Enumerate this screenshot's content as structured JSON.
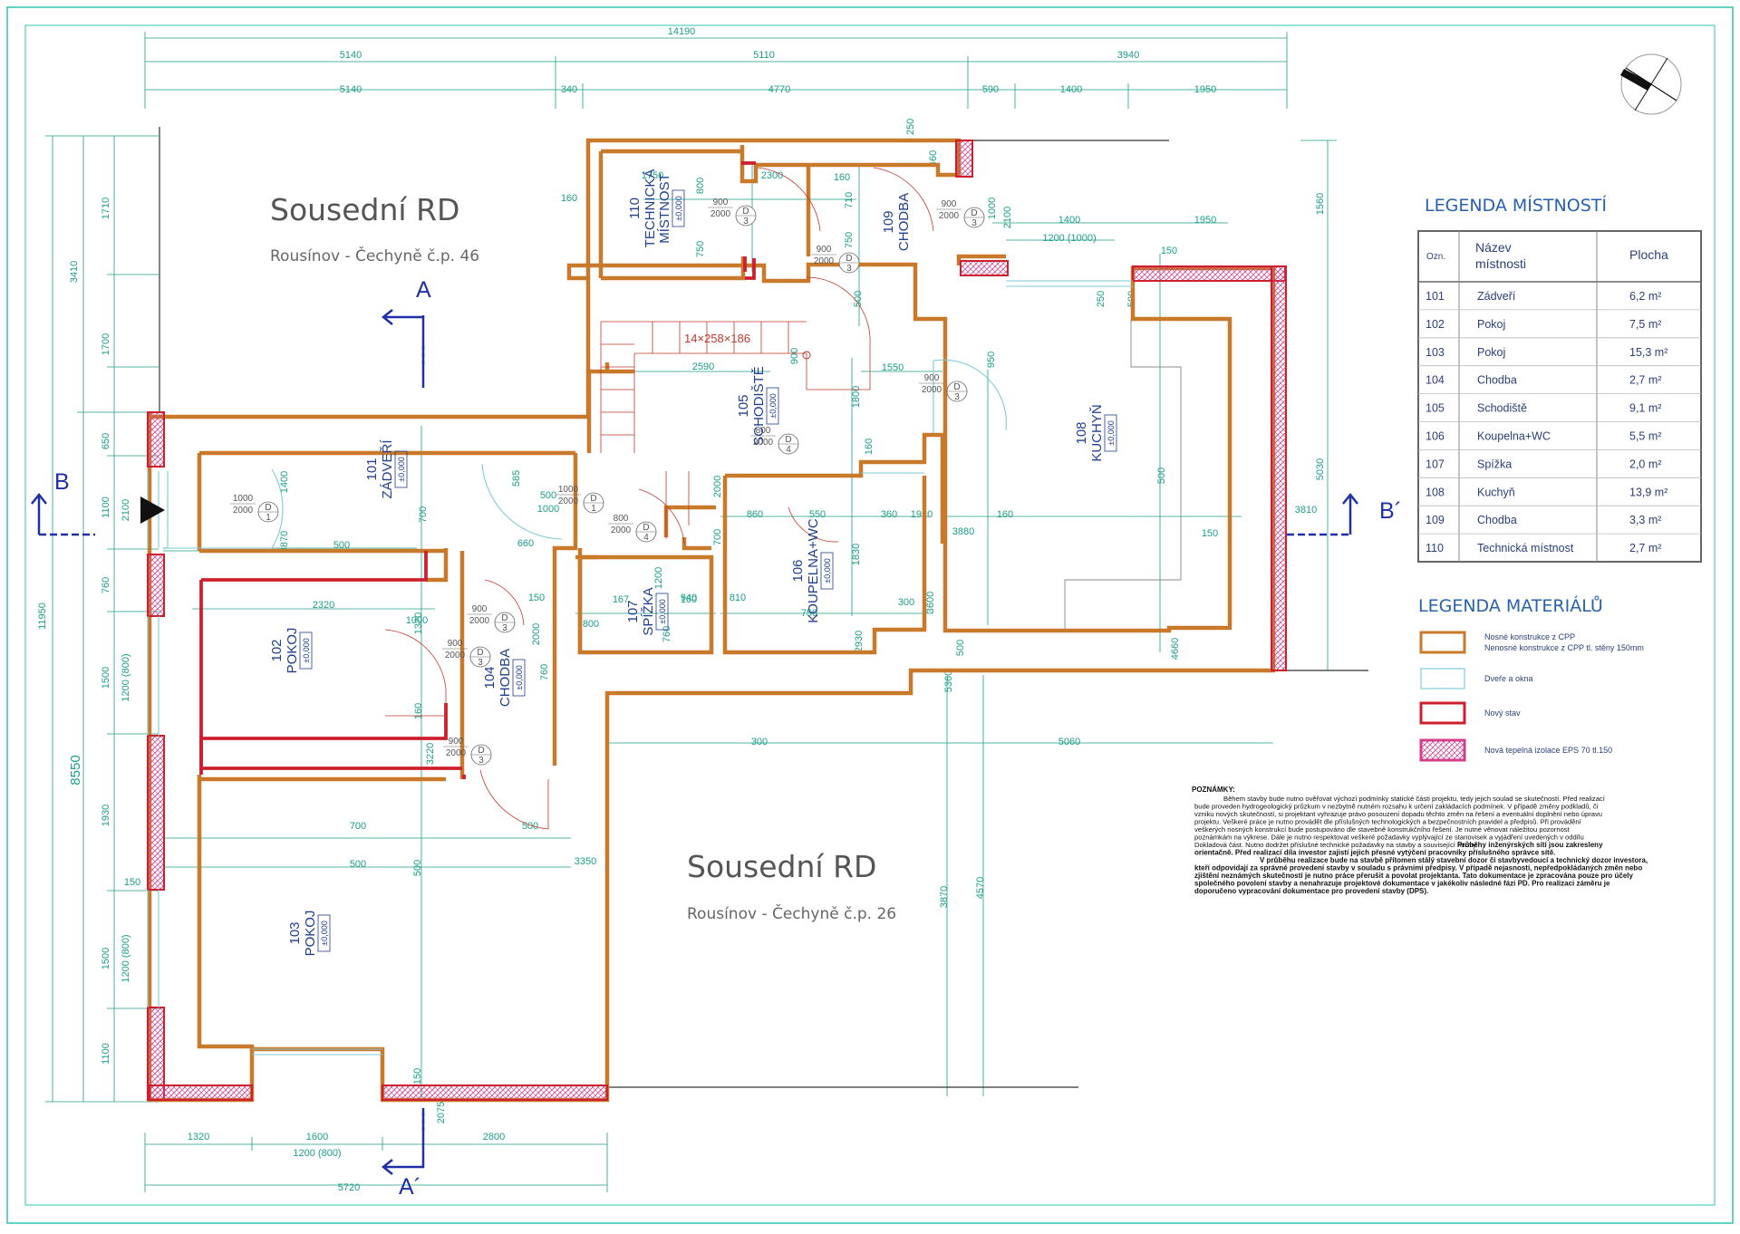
{
  "neighbors": {
    "top": {
      "title": "Sousední RD",
      "subtitle": "Rousínov - Čechyně č.p. 46"
    },
    "bottom": {
      "title": "Sousední RD",
      "subtitle": "Rousínov - Čechyně č.p. 26"
    }
  },
  "section_marks": {
    "a_top": "A",
    "a_bottom": "A´",
    "b_left": "B",
    "b_right": "B´"
  },
  "dims": {
    "total": "14190",
    "row2": [
      "5140",
      "5110",
      "3940"
    ],
    "row3": [
      "5140",
      "340",
      "4770",
      "590",
      "1400",
      "1950"
    ],
    "left_outer": [
      "11950",
      "3410",
      "8550"
    ],
    "left_inner": [
      "1710",
      "1700",
      "650",
      "1100",
      "760",
      "1500",
      "1200 (800)",
      "1930",
      "150",
      "1500",
      "1200 (800)",
      "1100"
    ],
    "left_door": "2100",
    "bottom_row1": [
      "1320",
      "1600",
      "2800"
    ],
    "bottom_row2": [
      "1200 (800)"
    ],
    "bottom_total": "5720",
    "right": [
      "1560",
      "5030"
    ],
    "misc": [
      "250",
      "460",
      "1000",
      "2100",
      "1400",
      "1200 (1000)",
      "1950",
      "150",
      "500",
      "250",
      "1750",
      "160",
      "2300",
      "160",
      "800",
      "750",
      "710",
      "750",
      "500",
      "2590",
      "900",
      "1550",
      "950",
      "1800",
      "160",
      "585",
      "500",
      "1000",
      "2000",
      "700",
      "1400",
      "700",
      "3870",
      "500",
      "660",
      "150",
      "1000",
      "1320",
      "160",
      "3220",
      "2320",
      "760",
      "940",
      "167",
      "800",
      "2000",
      "1200",
      "760",
      "160",
      "810",
      "860",
      "550",
      "360",
      "1920",
      "1830",
      "750",
      "300",
      "2930",
      "3600",
      "160",
      "3880",
      "500",
      "150",
      "500",
      "3810",
      "4660",
      "300",
      "5060",
      "5360",
      "3870",
      "4570",
      "700",
      "500",
      "500",
      "3350",
      "500",
      "150",
      "2075"
    ]
  },
  "rooms": [
    {
      "id": "101",
      "name": "ZÁDVEŘÍ",
      "level": "±0,000"
    },
    {
      "id": "102",
      "name": "POKOJ",
      "level": "±0,000"
    },
    {
      "id": "103",
      "name": "POKOJ",
      "level": "±0,000"
    },
    {
      "id": "104",
      "name": "CHODBA",
      "level": "±0,000"
    },
    {
      "id": "105",
      "name": "SCHODIŠTĚ",
      "level": "±0,000"
    },
    {
      "id": "106",
      "name": "KOUPELNA+WC",
      "level": "±0,000"
    },
    {
      "id": "107",
      "name": "SPÍŽKA",
      "level": "±0,000"
    },
    {
      "id": "108",
      "name": "KUCHYŇ",
      "level": "±0,000"
    },
    {
      "id": "109",
      "name": "CHODBA",
      "level": ""
    },
    {
      "id": "110",
      "name": "TECHNICKÁ MÍSTNOST",
      "level": "±0,000"
    }
  ],
  "stair": "14×258×186",
  "doors": [
    {
      "mark": "D1",
      "w": "1000",
      "h": "2000"
    },
    {
      "mark": "D1",
      "w": "1000",
      "h": "2000"
    },
    {
      "mark": "D3",
      "w": "900",
      "h": "2000"
    },
    {
      "mark": "D3",
      "w": "900",
      "h": "2000"
    },
    {
      "mark": "D3",
      "w": "900",
      "h": "2000"
    },
    {
      "mark": "D3",
      "w": "900",
      "h": "2000"
    },
    {
      "mark": "D3",
      "w": "900",
      "h": "2000"
    },
    {
      "mark": "D3",
      "w": "900",
      "h": "2000"
    },
    {
      "mark": "D3",
      "w": "900",
      "h": "2000"
    },
    {
      "mark": "D4",
      "w": "800",
      "h": "2000"
    },
    {
      "mark": "D4",
      "w": "800",
      "h": "2000"
    }
  ],
  "room_legend": {
    "title": "LEGENDA MÍSTNOSTÍ",
    "headers": {
      "code": "Ozn.",
      "name": "Název místnosti",
      "area": "Plocha"
    },
    "rows": [
      {
        "code": "101",
        "name": "Zádveří",
        "area": "6,2 m²"
      },
      {
        "code": "102",
        "name": "Pokoj",
        "area": "7,5 m²"
      },
      {
        "code": "103",
        "name": "Pokoj",
        "area": "15,3 m²"
      },
      {
        "code": "104",
        "name": "Chodba",
        "area": "2,7 m²"
      },
      {
        "code": "105",
        "name": "Schodiště",
        "area": "9,1 m²"
      },
      {
        "code": "106",
        "name": "Koupelna+WC",
        "area": "5,5 m²"
      },
      {
        "code": "107",
        "name": "Spížka",
        "area": "2,0 m²"
      },
      {
        "code": "108",
        "name": "Kuchyň",
        "area": "13,9 m²"
      },
      {
        "code": "109",
        "name": "Chodba",
        "area": "3,3 m²"
      },
      {
        "code": "110",
        "name": "Technická místnost",
        "area": "2,7 m²"
      }
    ]
  },
  "material_legend": {
    "title": "LEGENDA MATERIÁLŮ",
    "items": [
      {
        "label1": "Nosné konstrukce z CPP",
        "label2": "Nenosné konstrukce z CPP tl. stěny 150mm",
        "color": "#c8792a"
      },
      {
        "label1": "Dveře a okna",
        "label2": "",
        "color": "#7fcbd6"
      },
      {
        "label1": "Nový stav",
        "label2": "",
        "color": "#cf1f2e"
      },
      {
        "label1": "Nová tepelná izolace EPS 70 tl.150",
        "label2": "",
        "color": "#d33d8a"
      }
    ]
  },
  "notes": {
    "title": "POZNÁMKY:",
    "lines": [
      "Během stavby bude nutno ověřovat výchozí podmínky statické části projektu, tedy jejich soulad se skutečností. Před realizací",
      "bude proveden hydrogeologický průzkum v nezbytně nutném rozsahu k určení zakládacích podmínek. V případě změny podkladů, či",
      "vzniku nových skutečností, si projektant vyhrazuje právo posouzení dopadu těchto změn na řešení a eventuální doplnění nebo úpravu",
      "projektu. Veškeré práce je nutno provádět dle příslušných technologických a bezpečnostních pravidel a předpisů. Při provádění",
      "veškerých nosných konstrukcí bude postupováno dle stavebně konstrukčního řešení. Je nutné věnovat náležitou pozornost",
      "poznámkám na výkrese. Dále je nutno respektovat veškeré požadavky vyplývající ze stanovisek a vyjádření uvedených v oddílu",
      "Dokladová část. Nutno dodržet příslušné technické požadavky na stavby a související normy."
    ],
    "bold_lines": [
      "Průběhy inženýrských sítí jsou zakresleny",
      "orientačně. Před realizací díla investor zajistí jejich přesné vytýčení pracovníky příslušného správce sítě.",
      "V průběhu realizace bude na stavbě přítomen stálý stavební dozor či stavbyvedoucí a technický dozor investora,",
      "kteří odpovídají za správné provedení stavby v souladu s právními předpisy. V případě nejasností, nepředpokládaných změn nebo",
      "zjištění neznámých skutečností je nutno práce přerušit a povolat projektanta. Tato dokumentace je zpracována pouze pro účely",
      "společného povolení stavby a nenahrazuje projektové dokumentace v jakékoliv následné fázi PD. Pro realizaci záměru je",
      "doporučeno vypracování dokumentace pro provedení stavby (DPS)."
    ]
  }
}
